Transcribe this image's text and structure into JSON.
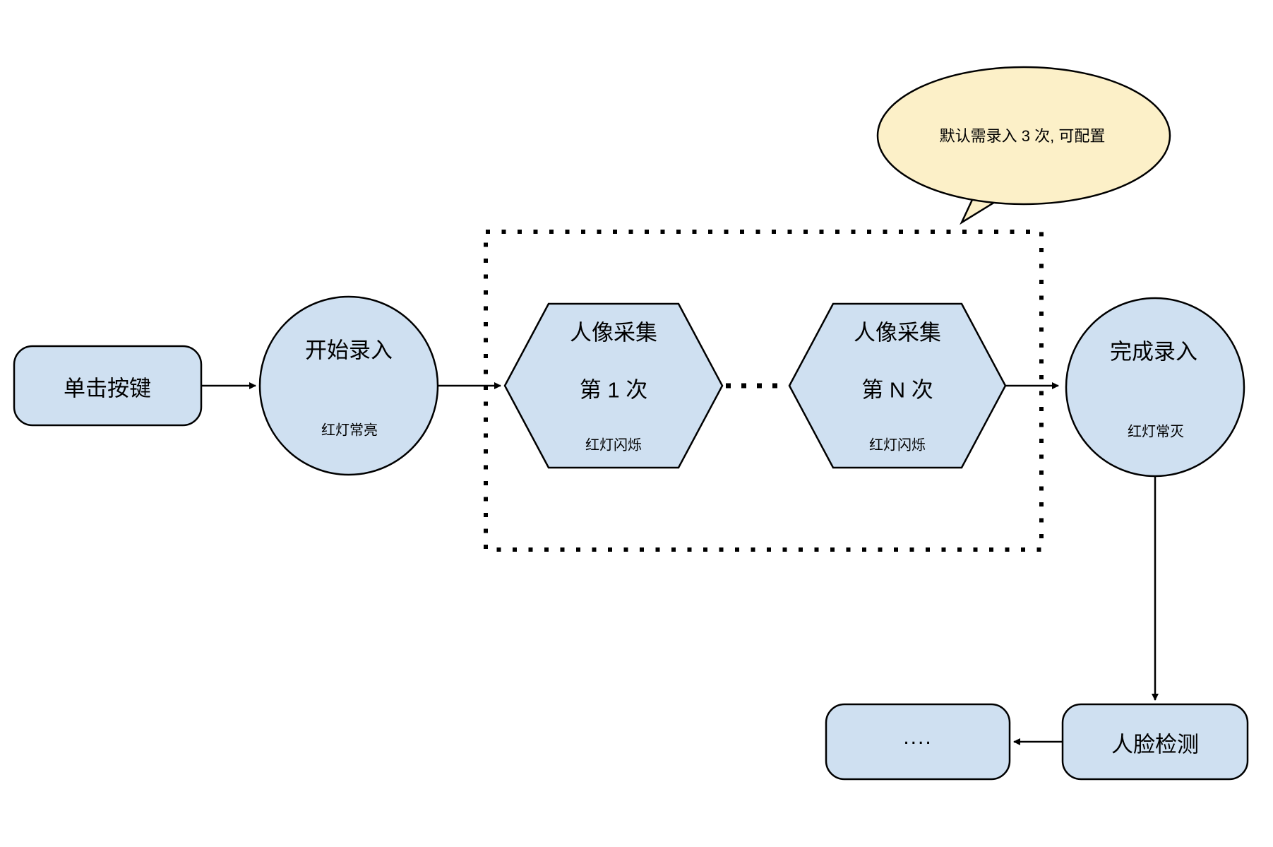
{
  "diagram_title": "face-enrollment-flow",
  "colors": {
    "node_fill": "#CFE0F1",
    "node_border": "#000000",
    "bubble_fill": "#FCF0C8",
    "bubble_border": "#000000",
    "background": "#FFFFFF",
    "line": "#000000"
  },
  "nodes": {
    "click_button": {
      "label": "单击按键"
    },
    "start_enroll": {
      "label": "开始录入",
      "sublabel": "红灯常亮"
    },
    "capture_first": {
      "label": "人像采集",
      "label2": "第 1 次",
      "sublabel": "红灯闪烁"
    },
    "capture_nth": {
      "label": "人像采集",
      "label2": "第 N 次",
      "sublabel": "红灯闪烁"
    },
    "finish_enroll": {
      "label": "完成录入",
      "sublabel": "红灯常灭"
    },
    "ellipsis_box": {
      "label": "...."
    },
    "face_detect": {
      "label": "人脸检测"
    }
  },
  "callout": {
    "text": "默认需录入 3 次, 可配置"
  }
}
